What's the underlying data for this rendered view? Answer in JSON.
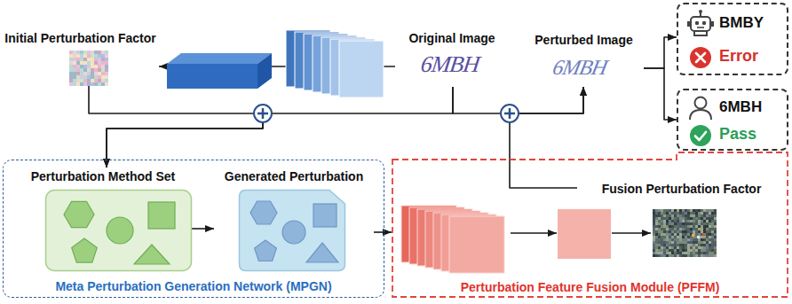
{
  "diagram": {
    "nodes": [
      {
        "text": [
          "Initial Perturbation Factor"
        ]
      },
      {
        "text": [
          "Original Image"
        ]
      },
      {
        "text": [
          "Perturbed Image"
        ]
      },
      {
        "text": [
          "BMBY",
          "Error"
        ]
      },
      {
        "text": [
          "6MBH",
          "Pass"
        ]
      },
      {
        "text": [
          "Meta Perturbation Generation Network (MPGN)"
        ]
      },
      {
        "text": [
          "Perturbation Method Set"
        ],
        "in": 5
      },
      {
        "text": [
          "Generated Perturbation"
        ],
        "in": 5
      },
      {
        "text": [
          "Perturbation Feature Fusion Module (PFFM)"
        ]
      },
      {
        "text": [
          "Fusion Perturbation Factor"
        ],
        "in": 8
      }
    ],
    "edges": [
      {
        "from": 1,
        "to": 0,
        "arrow": "to"
      },
      {
        "from": 0,
        "to": 6,
        "arrow": "to"
      },
      {
        "from": 1,
        "to": 6,
        "arrow": "to"
      },
      {
        "from": 6,
        "to": 7,
        "arrow": "to"
      },
      {
        "from": 7,
        "to": 8,
        "arrow": "to"
      },
      {
        "from": 9,
        "to": 2,
        "arrow": "to"
      },
      {
        "from": 1,
        "to": 2,
        "arrow": "to"
      },
      {
        "from": 2,
        "to": 3,
        "arrow": "to"
      },
      {
        "from": 2,
        "to": 4,
        "arrow": "to"
      }
    ],
    "labels": [
      "6MBH",
      "6MBH"
    ]
  }
}
